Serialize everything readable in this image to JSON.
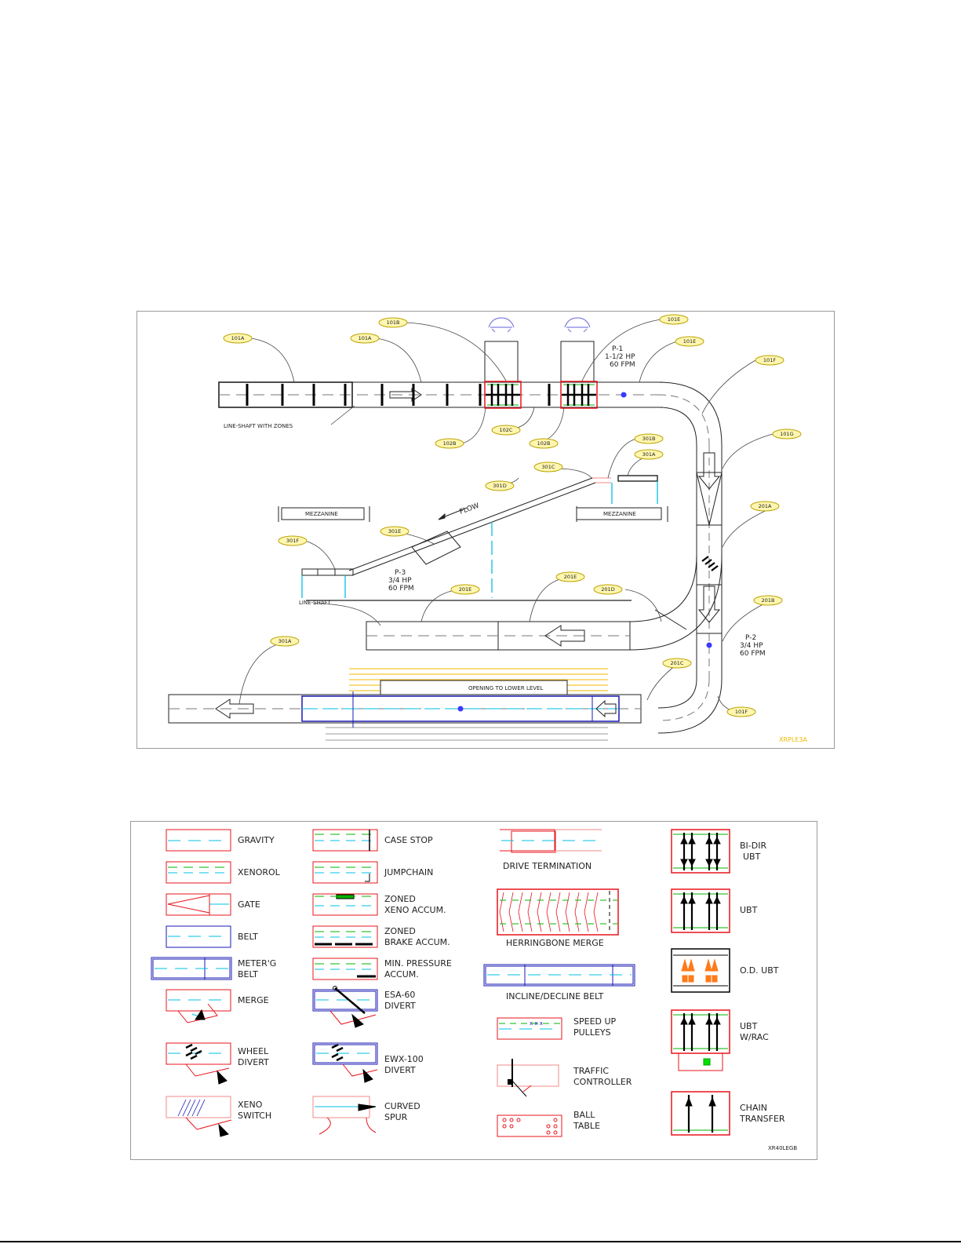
{
  "layout": {
    "tags": {
      "t101a_left": "101A",
      "t101a_mid": "101A",
      "t101b": "101B",
      "t101e_top": "101E",
      "t101e": "101E",
      "t101f_top": "101F",
      "t101g": "101G",
      "t102b_left": "102B",
      "t102c": "102C",
      "t102b_right": "102B",
      "t301b_top": "301B",
      "t301a_top": "301A",
      "t301c": "301C",
      "t301d": "301D",
      "t301e": "301E",
      "t301f": "301F",
      "t201a": "201A",
      "t201b": "201B",
      "t201c": "201C",
      "t201d": "201D",
      "t201e_left": "201E",
      "t201e_right": "201E",
      "t301a_bottom": "301A",
      "t101f_bottom": "101F"
    },
    "p1": [
      "P-1",
      "1-1/2 HP",
      "60 FPM"
    ],
    "p2": [
      "P-2",
      "3/4 HP",
      "60 FPM"
    ],
    "p3": [
      "P-3",
      "3/4 HP",
      "60 FPM"
    ],
    "line_shaft_zones": "LINE-SHAFT WITH ZONES",
    "line_shaft": "LINE-SHAFT",
    "mezzanine_left": "MEZZANINE",
    "mezzanine_right": "MEZZANINE",
    "flow": "FLOW",
    "opening": "OPENING TO LOWER LEVEL",
    "drawing_id": "XRPLE3A"
  },
  "legend": {
    "col1": [
      {
        "label": [
          "GRAVITY"
        ]
      },
      {
        "label": [
          "XENOROL"
        ]
      },
      {
        "label": [
          "GATE"
        ]
      },
      {
        "label": [
          "BELT"
        ]
      },
      {
        "label": [
          "METER'G",
          "BELT"
        ]
      },
      {
        "label": [
          "MERGE"
        ]
      },
      {
        "label": [
          "WHEEL",
          "DIVERT"
        ]
      },
      {
        "label": [
          "XENO",
          "SWITCH"
        ]
      }
    ],
    "col2": [
      {
        "label": [
          "CASE STOP"
        ]
      },
      {
        "label": [
          "JUMPCHAIN"
        ]
      },
      {
        "label": [
          "ZONED",
          "XENO ACCUM."
        ]
      },
      {
        "label": [
          "ZONED",
          "BRAKE ACCUM."
        ]
      },
      {
        "label": [
          "MIN. PRESSURE",
          "ACCUM."
        ]
      },
      {
        "label": [
          "ESA-60",
          "DIVERT"
        ]
      },
      {
        "label": [
          "EWX-100",
          "DIVERT"
        ]
      },
      {
        "label": [
          "CURVED",
          "SPUR"
        ]
      }
    ],
    "col3": [
      {
        "label": [
          "DRIVE TERMINATION"
        ]
      },
      {
        "label": [
          "HERRINGBONE MERGE"
        ]
      },
      {
        "label": [
          "INCLINE/DECLINE BELT"
        ]
      },
      {
        "label": [
          "SPEED UP",
          "PULLEYS"
        ]
      },
      {
        "label": [
          "TRAFFIC",
          "CONTROLLER"
        ]
      },
      {
        "label": [
          "BALL",
          "TABLE"
        ]
      }
    ],
    "col4": [
      {
        "label": [
          "BI-DIR",
          "UBT"
        ]
      },
      {
        "label": [
          "UBT"
        ]
      },
      {
        "label": [
          "O.D. UBT"
        ]
      },
      {
        "label": [
          "UBT",
          "W/RAC"
        ]
      },
      {
        "label": [
          "CHAIN",
          "TRANSFER"
        ]
      }
    ],
    "drawing_id": "XR40LEGB"
  },
  "colors": {
    "red": "#e8141c",
    "blue": "#1a1ab4",
    "cyan": "#00bfe6",
    "green": "#00b400",
    "orange": "#ff7a1a",
    "yellow": "#f0b800",
    "pink": "#f08a8a",
    "tag_fill": "#fff6b0",
    "lilac": "#8080e0"
  }
}
